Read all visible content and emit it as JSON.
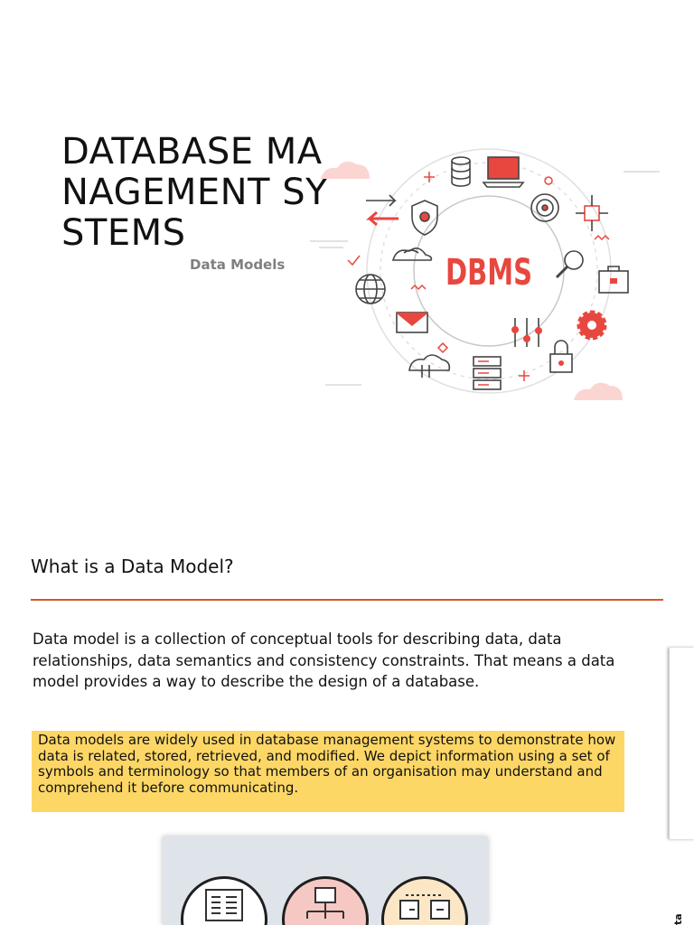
{
  "slide1": {
    "title": "DATABASE MANAGEMENT SYSTEMS",
    "subtitle": "Data Models",
    "hero_label": "DBMS",
    "accent": "#e8473f"
  },
  "slide2": {
    "heading": "What is a Data Model?",
    "paragraph": "Data model is a collection of conceptual tools for describing data, data relationships, data semantics and consistency constraints. That means a data model provides a way to describe the design of a database.",
    "note": "Data models are widely used in database management systems to demonstrate how data is related, stored, retrieved, and modified. We depict information using a set of symbols and terminology so that members of an organisation may understand and comprehend it before communicating.",
    "side_label": "ta",
    "rule_color": "#d9542c",
    "note_color": "#fdd766"
  }
}
